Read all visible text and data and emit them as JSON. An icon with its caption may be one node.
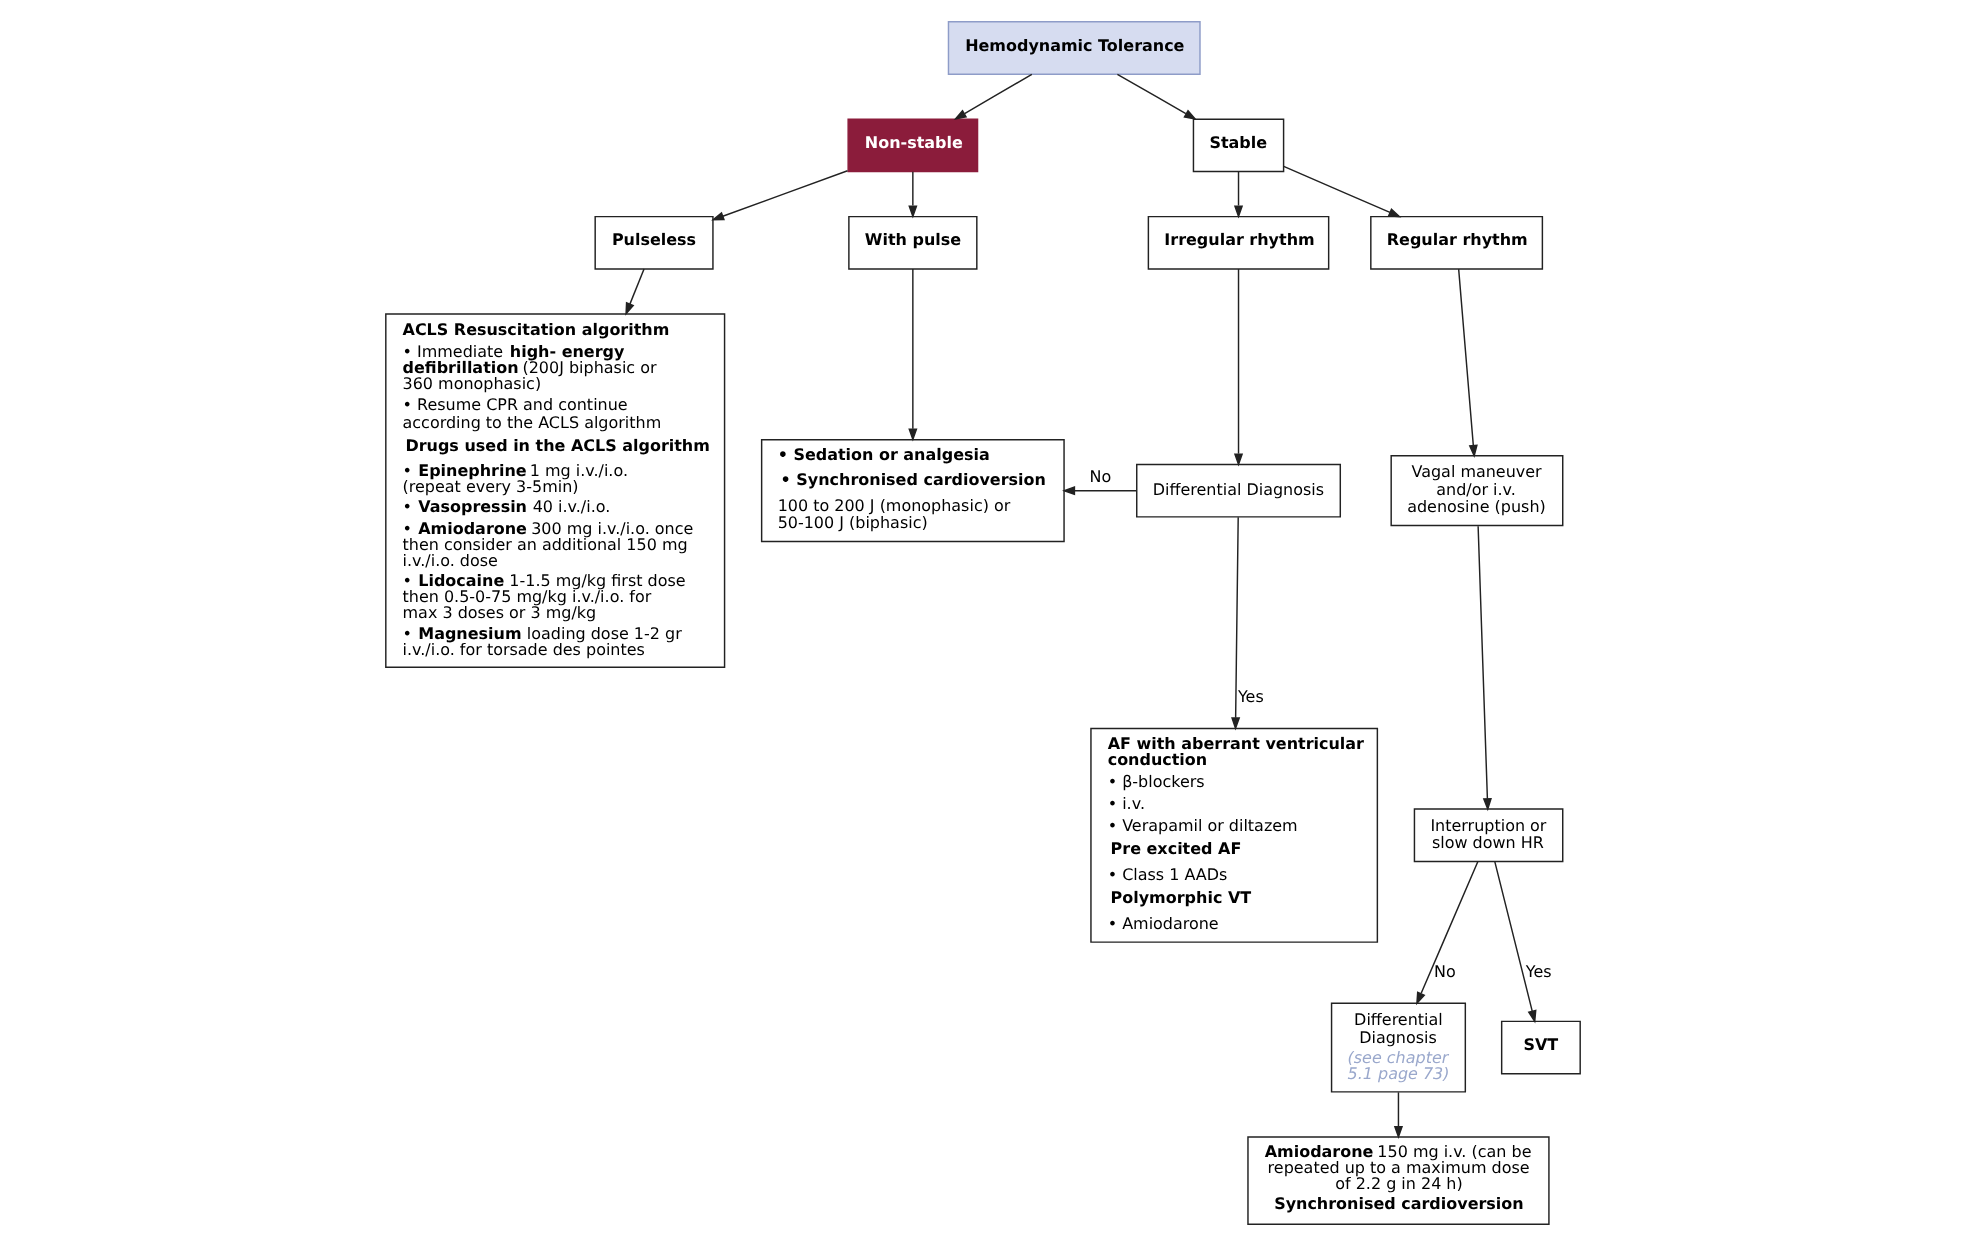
{
  "diagram": {
    "nodes": [
      {
        "text": [
          "Hemodynamic Tolerance"
        ]
      },
      {
        "text": [
          "Non-stable"
        ]
      },
      {
        "text": [
          "Stable"
        ]
      },
      {
        "text": [
          "Pulseless"
        ]
      },
      {
        "text": [
          "With pulse"
        ]
      },
      {
        "text": [
          "Irregular rhythm"
        ]
      },
      {
        "text": [
          "Regular rhythm"
        ]
      },
      {
        "text": [
          "ACLS Resuscitation algorithm",
          "• Immediate **high- energy defibrillation** (200J biphasic or 360 monophasic)",
          "• Resume CPR and continue according to the ACLS algorithm",
          "Drugs used in the ACLS algorithm",
          "• **Epinephrine** 1 mg i.v./i.o. (repeat every 3-5min)",
          "• **Vasopressin** 40 i.v./i.o.",
          "• **Amiodarone** 300 mg i.v./i.o. once then consider an additional 150 mg i.v./i.o. dose",
          "• **Lidocaine** 1-1.5 mg/kg first dose then 0.5-0-75 mg/kg i.v./i.o. for max 3 doses or 3 mg/kg",
          "• **Magnesium** loading dose 1-2 gr i.v./i.o. for torsade des pointes"
        ]
      },
      {
        "text": [
          "• Sedation or analgesia",
          "• Synchronised cardioversion",
          "100 to 200 J (monophasic) or 50-100 J (biphasic)"
        ]
      },
      {
        "text": [
          "Differential Diagnosis"
        ]
      },
      {
        "text": [
          "AF with aberrant ventricular conduction",
          "• β-blockers",
          "• i.v.",
          "• Verapamil or diltazem",
          "Pre excited AF",
          "• Class 1 AADs",
          "Polymorphic VT",
          "• Amiodarone"
        ]
      },
      {
        "text": [
          "Vagal maneuver and/or i.v. adenosine (push)"
        ]
      },
      {
        "text": [
          "Interruption or slow down HR"
        ]
      },
      {
        "text": [
          "Differential Diagnosis",
          "(see chapter 5.1 page 73)"
        ]
      },
      {
        "text": [
          "SVT"
        ]
      },
      {
        "text": [
          "**Amiodarone** 150 mg i.v. (can be repeated up to a maximum dose of 2.2 g in 24 h)",
          "Synchronised cardioversion"
        ]
      }
    ],
    "edges": [
      {
        "from": 0,
        "to": 1,
        "arrow": "to"
      },
      {
        "from": 0,
        "to": 2,
        "arrow": "to"
      },
      {
        "from": 1,
        "to": 3,
        "arrow": "to"
      },
      {
        "from": 1,
        "to": 4,
        "arrow": "to"
      },
      {
        "from": 2,
        "to": 5,
        "arrow": "to"
      },
      {
        "from": 2,
        "to": 6,
        "arrow": "to"
      },
      {
        "from": 3,
        "to": 7,
        "arrow": "to"
      },
      {
        "from": 4,
        "to": 8,
        "arrow": "to"
      },
      {
        "from": 5,
        "to": 9,
        "arrow": "to"
      },
      {
        "from": 9,
        "to": 8,
        "label": "No",
        "arrow": "to"
      },
      {
        "from": 9,
        "to": 10,
        "label": "Yes",
        "arrow": "to"
      },
      {
        "from": 6,
        "to": 11,
        "arrow": "to"
      },
      {
        "from": 11,
        "to": 12,
        "arrow": "to"
      },
      {
        "from": 12,
        "to": 13,
        "label": "No",
        "arrow": "to"
      },
      {
        "from": 12,
        "to": 14,
        "label": "Yes",
        "arrow": "to"
      },
      {
        "from": 13,
        "to": 15,
        "arrow": "to"
      }
    ]
  }
}
